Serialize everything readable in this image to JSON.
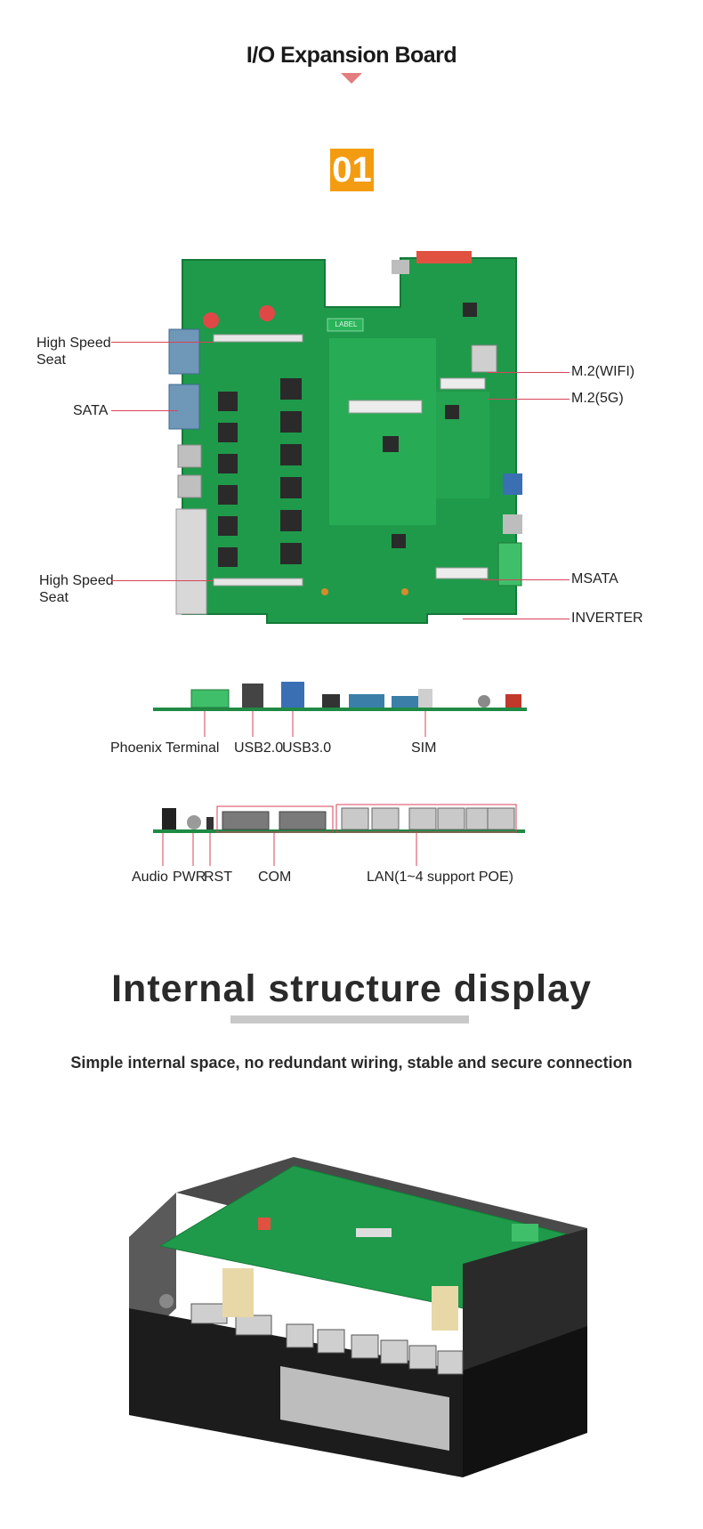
{
  "header": {
    "title": "I/O Expansion Board",
    "badge": "01"
  },
  "board_labels": {
    "high_speed_seat_top": [
      "High Speed",
      "Seat"
    ],
    "sata": "SATA",
    "high_speed_seat_bottom": [
      "High Speed",
      "Seat"
    ],
    "m2_wifi": "M.2(WIFI)",
    "m2_5g": "M.2(5G)",
    "msata": "MSATA",
    "inverter": "INVERTER",
    "board_silk": "LABEL"
  },
  "side_labels_1": {
    "phoenix": "Phoenix Terminal",
    "usb2": "USB2.0",
    "usb3": "USB3.0",
    "sim": "SIM"
  },
  "side_labels_2": {
    "audio": "Audio",
    "pwr": "PWR",
    "rst": "RST",
    "com": "COM",
    "lan": "LAN(1~4 support POE)"
  },
  "section2": {
    "heading": "Internal structure display",
    "subtitle": "Simple internal space, no redundant wiring, stable and secure connection"
  },
  "colors": {
    "accent_badge": "#f39c12",
    "pointer": "#e47d80",
    "callout_line": "#d9435a",
    "pcb_green": "#1f9a4a",
    "divider": "#c8c8c8"
  }
}
